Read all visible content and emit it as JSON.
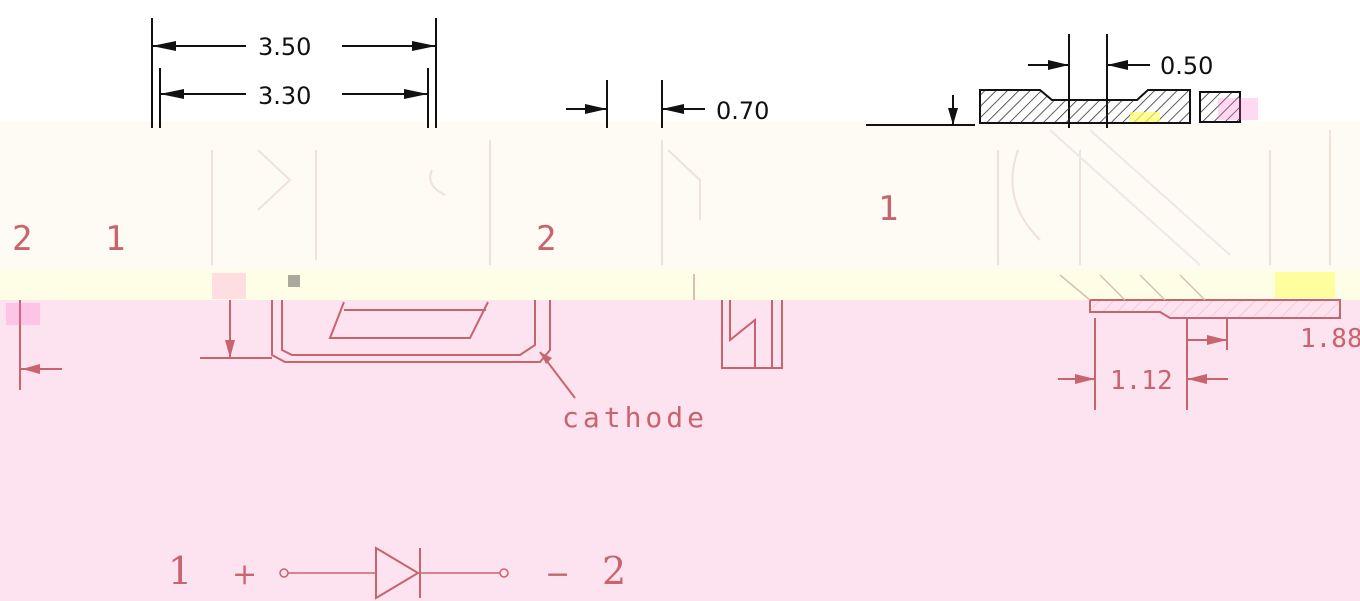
{
  "dimensions": {
    "top_outer_width": "3.50",
    "top_inner_width": "3.30",
    "side_gap": "0.70",
    "right_top": "0.50",
    "right_side": "1.88",
    "right_bottom": "1.12"
  },
  "pin_labels": {
    "left_a": "2",
    "left_b": "1",
    "middle": "2",
    "right": "1"
  },
  "callouts": {
    "cathode": "cathode"
  },
  "schematic": {
    "pin1": "1",
    "plus": "+",
    "minus": "−",
    "pin2": "2"
  },
  "colors": {
    "ink": "#111111",
    "red_ink": "#c8646e",
    "pink_band": "#fde3ef",
    "cream_band": "#fefaf4",
    "yellow_band": "#fefde6"
  }
}
